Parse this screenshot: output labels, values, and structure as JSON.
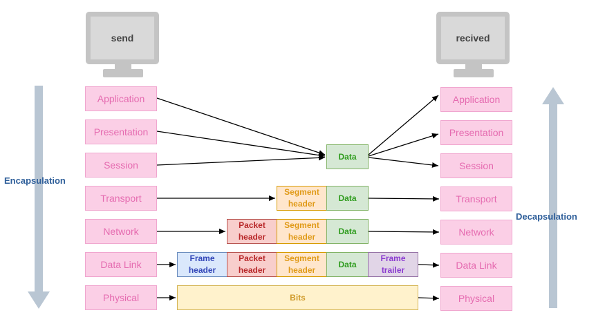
{
  "sender": {
    "monitor_label": "send"
  },
  "receiver": {
    "monitor_label": "recived"
  },
  "labels": {
    "encapsulation": "Encapsulation",
    "decapsulation": "Decapsulation"
  },
  "layers": {
    "application": "Application",
    "presentation": "Presentation",
    "session": "Session",
    "transport": "Transport",
    "network": "Network",
    "datalink": "Data Link",
    "physical": "Physical"
  },
  "pdu": {
    "data": "Data",
    "segment_header": "Segment header",
    "packet_header": "Packet header",
    "frame_header": "Frame header",
    "frame_trailer": "Frame trailer",
    "bits": "Bits"
  },
  "colors": {
    "layer_fill": "#fbcfe6",
    "layer_text": "#e56bb0",
    "data": "#d5e8d4",
    "segment": "#ffe6cc",
    "packet": "#f8cecc",
    "frame_header": "#dae8fc",
    "frame_trailer": "#e1d5e7",
    "bits": "#fff2cc",
    "flow_arrow": "#b9c6d3",
    "monitor": "#c4c4c4"
  }
}
